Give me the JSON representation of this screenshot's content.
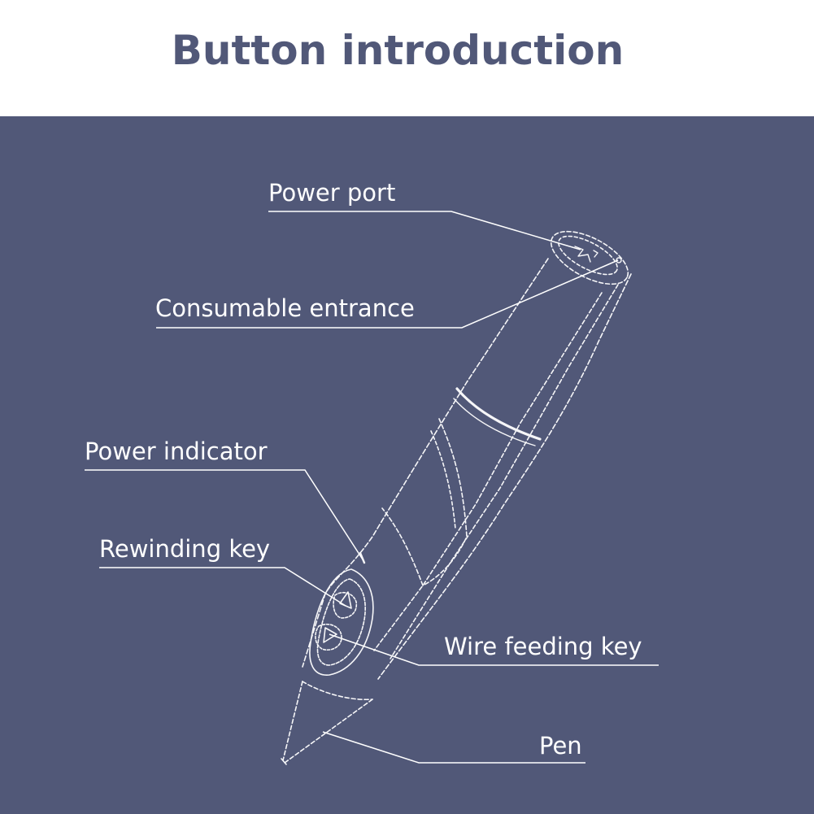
{
  "title": "Button introduction",
  "colors": {
    "background": "#515878",
    "header_background": "#ffffff",
    "title": "#515878",
    "line_art": "#ffffff"
  },
  "labels": {
    "power_port": "Power port",
    "consumable_entrance": "Consumable entrance",
    "power_indicator": "Power indicator",
    "rewinding_key": "Rewinding key",
    "wire_feeding_key": "Wire feeding key",
    "pen": "Pen"
  },
  "illustration": "3d-printing-pen-line-art"
}
